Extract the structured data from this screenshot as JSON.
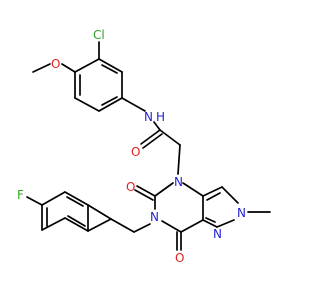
{
  "colors": {
    "bond": "#000000",
    "nitrogen": "#2323d6",
    "oxygen": "#e0231e",
    "chlorine": "#2ea12b",
    "fluorine": "#35a826"
  },
  "atoms": {
    "cl": "Cl",
    "o_methoxy": "O",
    "n_amide": "N",
    "h_amide": "H",
    "o_amide": "O",
    "n4": "N",
    "o5": "O",
    "n6": "N",
    "o7": "O",
    "n_pyrazole_2": "N",
    "n_pyrazole_1": "N",
    "f": "F"
  }
}
